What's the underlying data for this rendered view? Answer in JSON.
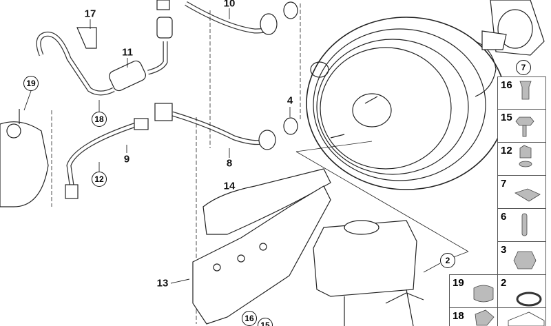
{
  "callouts": {
    "p17": "17",
    "p10": "10",
    "p11": "11",
    "p4": "4",
    "p9": "9",
    "p8": "8",
    "p14": "14",
    "p13": "13"
  },
  "circled": {
    "c19": "19",
    "c18": "18",
    "c12": "12",
    "c2": "2",
    "c7": "7",
    "c16": "16",
    "c15": "15"
  },
  "legend": [
    "16",
    "15",
    "12",
    "7",
    "6",
    "3",
    "19",
    "2",
    "18"
  ]
}
